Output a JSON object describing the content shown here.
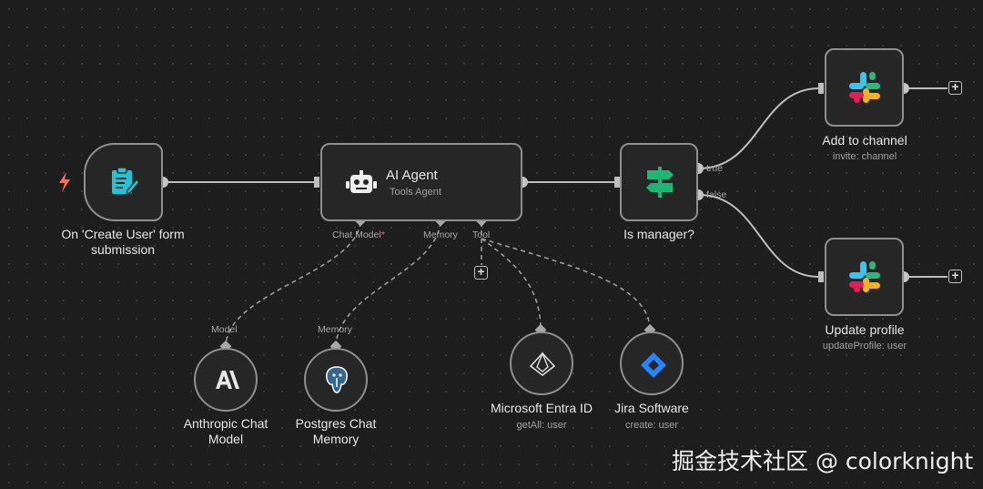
{
  "colors": {
    "canvas": "#1d1d1d",
    "node_fill": "#262626",
    "node_border": "#8f8f8f",
    "connection": "#bdbdbd",
    "trigger_icon": "#ff6d5a",
    "form_icon": "#22c5d6",
    "switch_icon": "#1eb579",
    "jira": "#2684ff"
  },
  "nodes": {
    "trigger": {
      "title": "On 'Create User' form submission",
      "icon": "form-icon"
    },
    "agent": {
      "title": "AI Agent",
      "subtitle": "Tools Agent",
      "icon": "robot-icon",
      "ports": {
        "chat_model": "Chat Model",
        "required_mark": "*",
        "memory": "Memory",
        "tool": "Tool"
      }
    },
    "switch": {
      "title": "Is manager?",
      "icon": "signpost-icon",
      "out_true": "true",
      "out_false": "false"
    },
    "slack_add": {
      "title": "Add to channel",
      "subtitle": "invite: channel",
      "icon": "slack-icon"
    },
    "slack_update": {
      "title": "Update profile",
      "subtitle": "updateProfile: user",
      "icon": "slack-icon"
    },
    "anthropic": {
      "title": "Anthropic Chat Model",
      "port": "Model",
      "icon": "anthropic-icon"
    },
    "postgres": {
      "title": "Postgres Chat Memory",
      "port": "Memory",
      "icon": "postgres-icon"
    },
    "entra": {
      "title": "Microsoft Entra ID",
      "subtitle": "getAll: user",
      "icon": "entra-icon"
    },
    "jira": {
      "title": "Jira Software",
      "subtitle": "create: user",
      "icon": "jira-icon"
    }
  },
  "watermark": "掘金技术社区 @ colorknight"
}
